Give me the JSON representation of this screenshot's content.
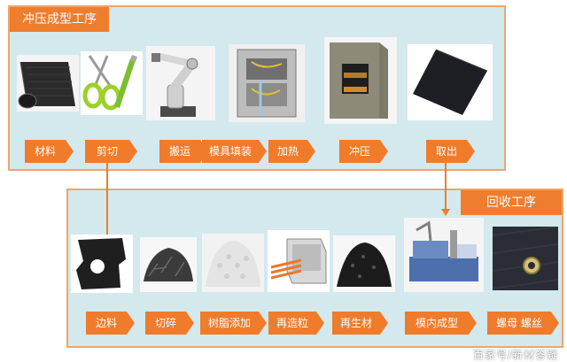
{
  "stamping": {
    "title": "冲压成型工序",
    "steps": [
      {
        "label": "材料",
        "icon": "carbon-fiber-roll-icon"
      },
      {
        "label": "剪切",
        "icon": "scissors-knife-icon"
      },
      {
        "label": "搬运",
        "icon": "robot-arm-icon"
      },
      {
        "label": "模具填装",
        "icon": "mold-loading-icon"
      },
      {
        "label": "加热",
        "icon": "heating-press-icon"
      },
      {
        "label": "冲压",
        "icon": "stamping-press-icon"
      },
      {
        "label": "取出",
        "icon": "carbon-panel-icon"
      }
    ]
  },
  "recycle": {
    "title": "回收工序",
    "steps": [
      {
        "label": "边料",
        "icon": "scrap-piece-icon"
      },
      {
        "label": "切碎",
        "icon": "shredded-pile-icon"
      },
      {
        "label": "树脂添加",
        "icon": "resin-pellets-icon"
      },
      {
        "label": "再造粒",
        "icon": "extruder-icon"
      },
      {
        "label": "再生材",
        "icon": "recycled-granules-icon"
      },
      {
        "label": "模内成型",
        "icon": "injection-machine-icon"
      },
      {
        "label": "螺母 螺丝",
        "icon": "nut-on-plate-icon"
      }
    ]
  },
  "watermark": "百家号/新材答疑"
}
